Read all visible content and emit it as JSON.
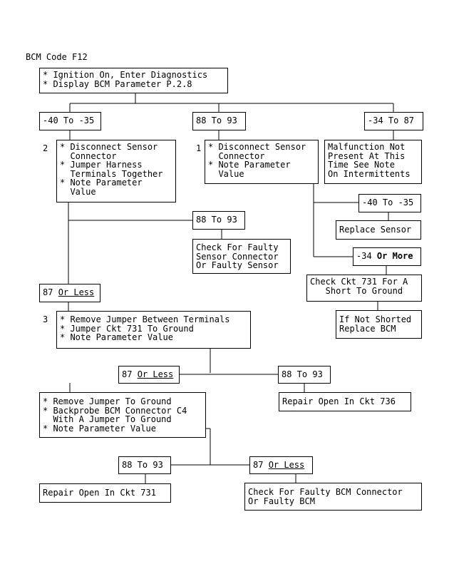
{
  "title": "BCM Code F12",
  "start": {
    "lines": [
      "* Ignition On, Enter Diagnostics",
      "* Display BCM Parameter P.2.8"
    ]
  },
  "branch_left": "-40 To -35",
  "branch_mid": "88 To 93",
  "branch_right": "-34 To 87",
  "step2": {
    "number": "2",
    "lines": [
      "* Disconnect Sensor",
      "  Connector",
      "* Jumper Harness",
      "  Terminals Together",
      "* Note Parameter",
      "  Value"
    ]
  },
  "step1": {
    "number": "1",
    "lines": [
      "* Disconnect Sensor",
      "  Connector",
      "* Note Parameter",
      "  Value"
    ]
  },
  "malfunction": {
    "lines": [
      "Malfunction Not",
      "Present At This",
      "Time See Note",
      "On Intermittents"
    ]
  },
  "s1_low": "-40 To -35",
  "replace_sensor": "Replace Sensor",
  "s1_high": {
    "value": "-34",
    "suffix": "Or More"
  },
  "check_ckt731": {
    "lines": [
      "Check Ckt 731 For A",
      "   Short To Ground"
    ]
  },
  "if_not_shorted": {
    "lines": [
      "If Not Shorted",
      "Replace BCM"
    ]
  },
  "s2_high": "88 To 93",
  "check_sensor": {
    "lines": [
      "Check For Faulty",
      "Sensor Connector",
      "Or Faulty Sensor"
    ]
  },
  "s2_low": {
    "value": "87",
    "suffix": "Or Less"
  },
  "step3": {
    "number": "3",
    "lines": [
      "* Remove Jumper Between Terminals",
      "* Jumper Ckt 731 To Ground",
      "* Note Parameter Value"
    ]
  },
  "s3_low": {
    "value": "87",
    "suffix": "Or Less"
  },
  "s3_high": "88 To 93",
  "repair736": "Repair Open In Ckt 736",
  "step4": {
    "lines": [
      "* Remove Jumper To Ground",
      "* Backprobe BCM Connector C4",
      "  With A Jumper To Ground",
      "* Note Parameter Value"
    ]
  },
  "s4_high": "88 To 93",
  "s4_low": {
    "value": "87",
    "suffix": "Or Less"
  },
  "repair731": "Repair Open In Ckt 731",
  "check_bcm": {
    "lines": [
      "Check For Faulty BCM Connector",
      "Or Faulty BCM"
    ]
  }
}
